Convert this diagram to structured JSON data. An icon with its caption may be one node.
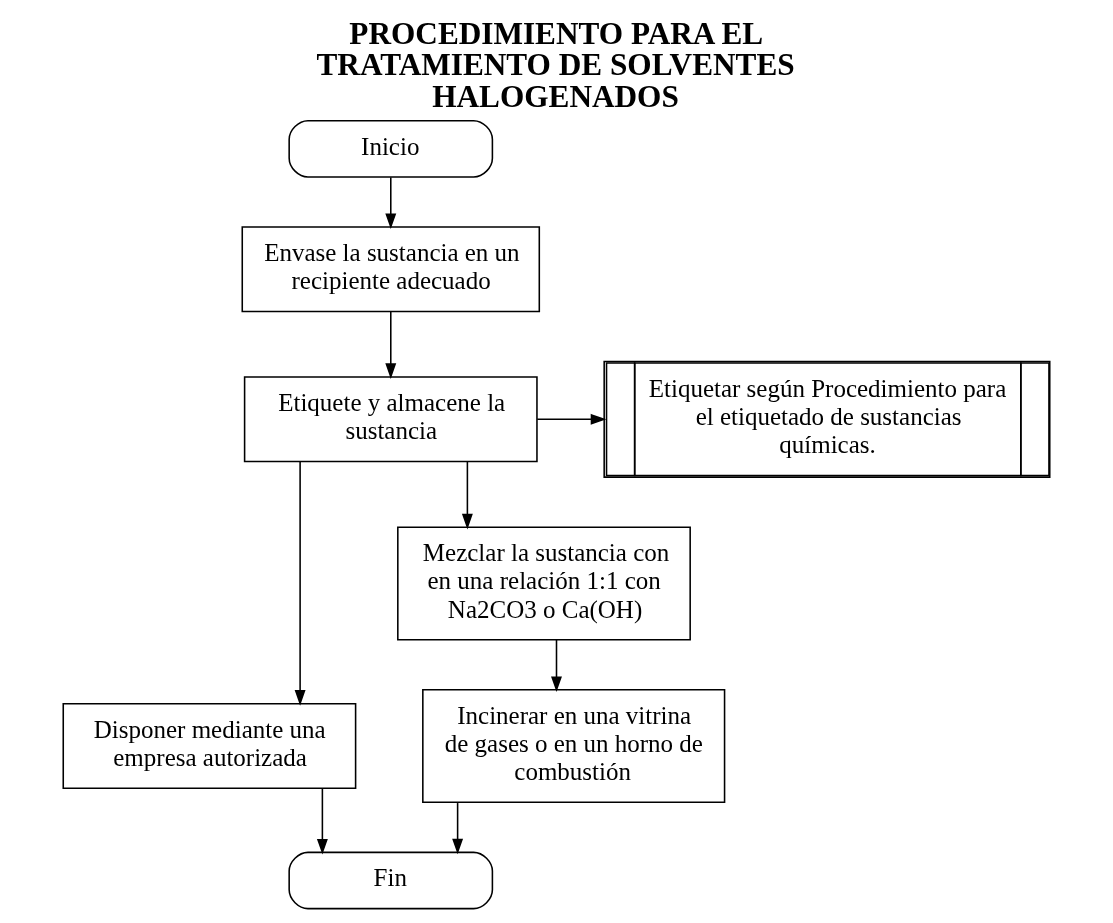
{
  "diagram": {
    "title": "PROCEDIMIENTO PARA EL TRATAMIENTO DE SOLVENTES HALOGENADOS",
    "nodes": [
      {
        "text": [
          "Inicio"
        ]
      },
      {
        "text": [
          "Envase la sustancia en un recipiente adecuado"
        ]
      },
      {
        "text": [
          "Etiquete y almacene la sustancia"
        ]
      },
      {
        "text": [
          "Etiquetar según Procedimiento para el etiquetado de sustancias químicas."
        ]
      },
      {
        "text": [
          "Disponer mediante una empresa autorizada"
        ]
      },
      {
        "text": [
          "Mezclar la sustancia con en una relación 1:1 con Na2CO3 o Ca(OH)"
        ]
      },
      {
        "text": [
          "Incinerar en una vitrina de gases o en un horno de combustión"
        ]
      },
      {
        "text": [
          "Fin"
        ]
      }
    ],
    "edges": [
      {
        "from": 0,
        "to": 1,
        "arrow": "to"
      },
      {
        "from": 1,
        "to": 2,
        "arrow": "to"
      },
      {
        "from": 2,
        "to": 3,
        "arrow": "to"
      },
      {
        "from": 2,
        "to": 4,
        "arrow": "to"
      },
      {
        "from": 2,
        "to": 5,
        "arrow": "to"
      },
      {
        "from": 5,
        "to": 6,
        "arrow": "to"
      },
      {
        "from": 4,
        "to": 7,
        "arrow": "to"
      },
      {
        "from": 6,
        "to": 7,
        "arrow": "to"
      }
    ]
  }
}
